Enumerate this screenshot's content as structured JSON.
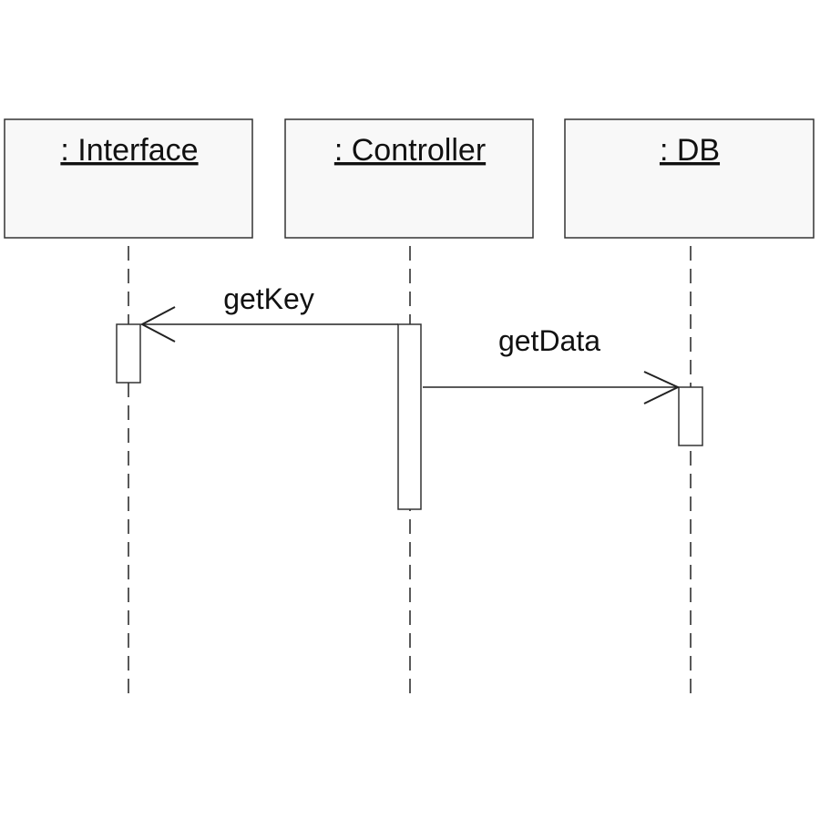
{
  "diagram": {
    "type": "uml-sequence",
    "lifelines": [
      {
        "id": "interface",
        "label": ": Interface"
      },
      {
        "id": "controller",
        "label": ": Controller"
      },
      {
        "id": "db",
        "label": ": DB"
      }
    ],
    "messages": [
      {
        "label": "getKey",
        "from": "controller",
        "to": "interface",
        "arrow": "open"
      },
      {
        "label": "getData",
        "from": "controller",
        "to": "db",
        "arrow": "open"
      }
    ]
  }
}
